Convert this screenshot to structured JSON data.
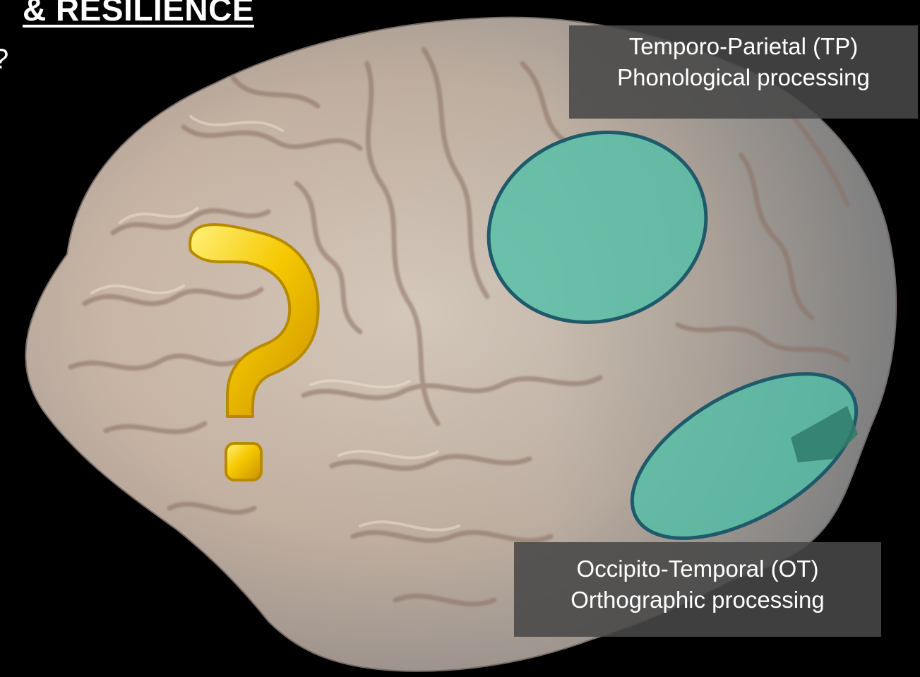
{
  "slide": {
    "title_fragment": "& RESILIENCE",
    "question_fragment": "?"
  },
  "labels": {
    "tp": {
      "line1": "Temporo-Parietal (TP)",
      "line2": "Phonological processing"
    },
    "ot": {
      "line1": "Occipito-Temporal (OT)",
      "line2": "Orthographic processing"
    }
  },
  "icons": {
    "question_mark": "question-mark-icon"
  },
  "colors": {
    "background": "#000000",
    "region_fill": "#4fc0a8",
    "region_stroke": "#1f5a6a",
    "question_gold": "#f2c400",
    "brain": "#c9b8a8",
    "label_bg": "#484848"
  }
}
